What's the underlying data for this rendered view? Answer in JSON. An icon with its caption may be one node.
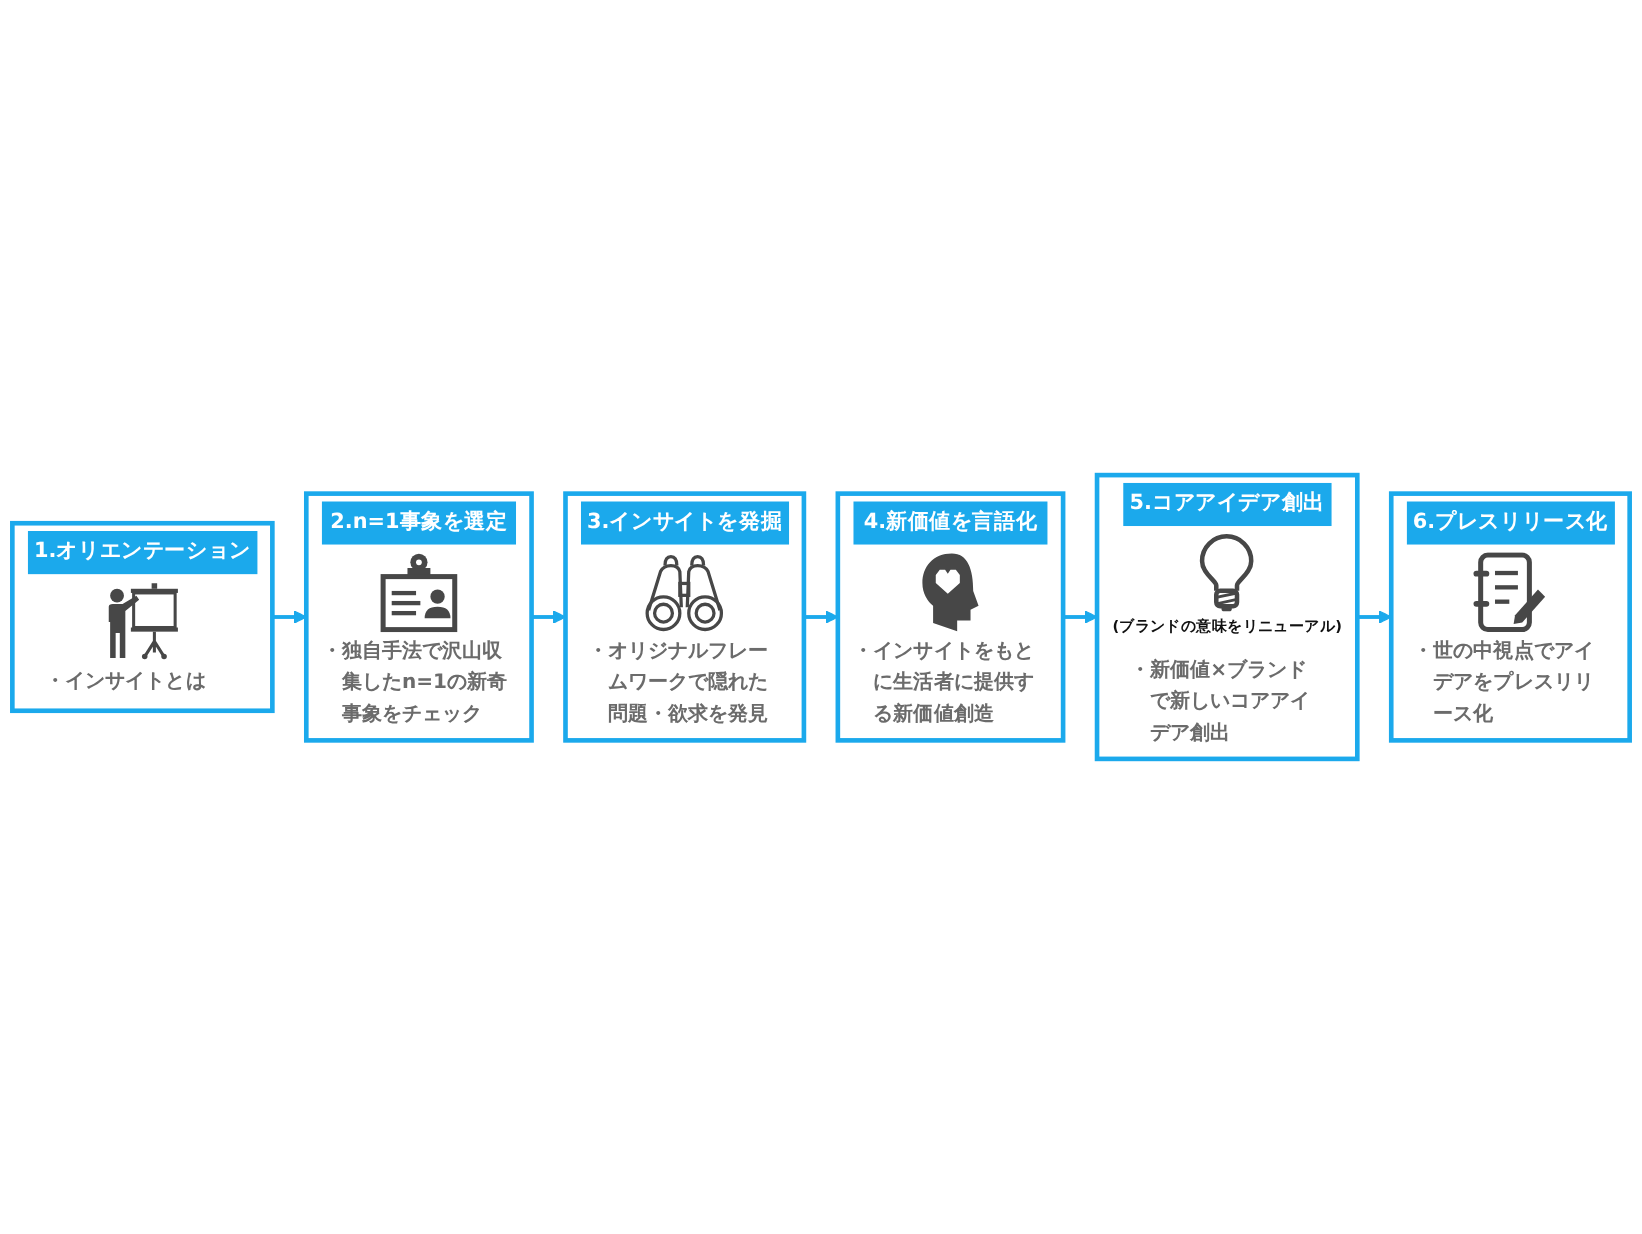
{
  "diagram": {
    "nodes": [
      {
        "text": [
          "1.オリエンテーション",
          "・インサイトとは"
        ]
      },
      {
        "text": [
          "2.n=1事象を選定",
          "・独自手法で沢山収集したn=1の新奇事象をチェック"
        ]
      },
      {
        "text": [
          "3.インサイトを発掘",
          "・オリジナルフレームワークで隠れた問題・欲求を発見"
        ]
      },
      {
        "text": [
          "4.新価値を言語化",
          "・インサイトをもとに生活者に提供する新価値創造"
        ]
      },
      {
        "text": [
          "5.コアアイデア創出",
          "(ブランドの意味をリニューアル)",
          "・新価値×ブランドで新しいコアアイデア創出"
        ]
      },
      {
        "text": [
          "6.プレスリリース化",
          "・世の中視点でアイデアをプレスリリース化"
        ]
      }
    ],
    "edges": [
      {
        "from": 0,
        "to": 1,
        "arrow": "to"
      },
      {
        "from": 1,
        "to": 2,
        "arrow": "to"
      },
      {
        "from": 2,
        "to": 3,
        "arrow": "to"
      },
      {
        "from": 3,
        "to": 4,
        "arrow": "to"
      },
      {
        "from": 4,
        "to": 5,
        "arrow": "to"
      }
    ]
  }
}
